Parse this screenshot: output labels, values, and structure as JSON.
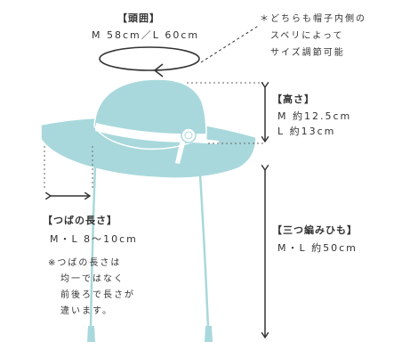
{
  "head": {
    "title": "【頭囲】",
    "size": "M 58cm／L 60cm"
  },
  "note_inside": {
    "lines": [
      "＊どちらも帽子内側の",
      "スベリによって",
      "サイズ調節可能"
    ]
  },
  "height": {
    "title": "【高さ】",
    "m": "M 約12.5cm",
    "l": "L 約13cm"
  },
  "brim": {
    "title": "【つばの長さ】",
    "size": "M・L 8～10cm",
    "note_lines": [
      "※つばの長さは",
      "均一ではなく",
      "前後ろで長さが",
      "違います。"
    ]
  },
  "braid": {
    "title": "【三つ編みひも】",
    "size": "M・L 約50cm"
  },
  "colors": {
    "hat": "#a8d8dc",
    "hat_outline": "#ffffff",
    "ribbon": "#ffffff",
    "line": "#333333",
    "guide": "#666666"
  }
}
